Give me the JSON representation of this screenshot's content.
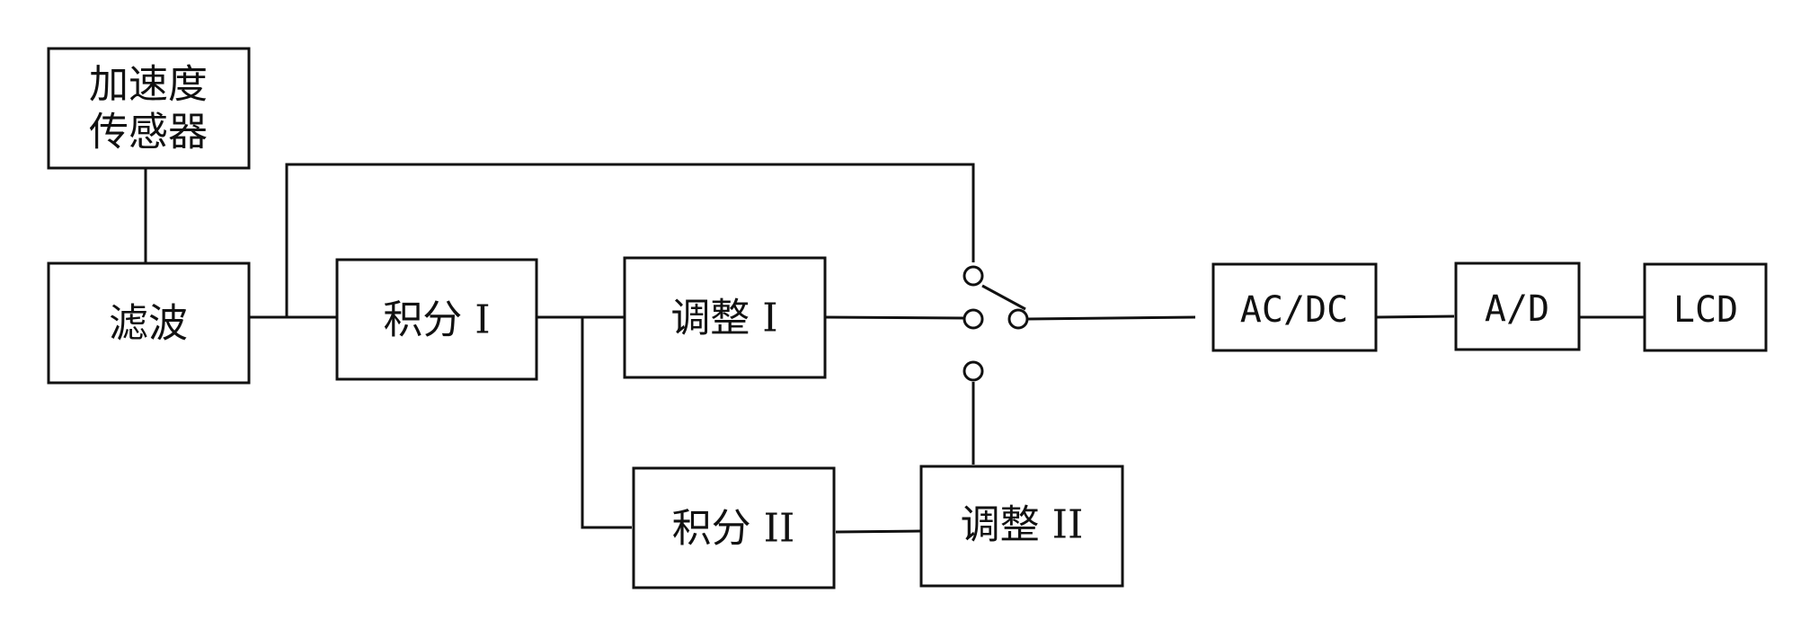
{
  "blocks": {
    "sensor": {
      "line1": "加速度",
      "line2": "传感器"
    },
    "filter": {
      "label": "滤波"
    },
    "integrator1": {
      "label": "积分 I"
    },
    "adjust1": {
      "label": "调整 I"
    },
    "integrator2": {
      "label": "积分 II"
    },
    "adjust2": {
      "label": "调整 II"
    },
    "acdc": {
      "label": "AC/DC"
    },
    "ad": {
      "label": "A/D"
    },
    "lcd": {
      "label": "LCD"
    }
  },
  "colors": {
    "stroke": "#111111",
    "background": "#ffffff"
  }
}
